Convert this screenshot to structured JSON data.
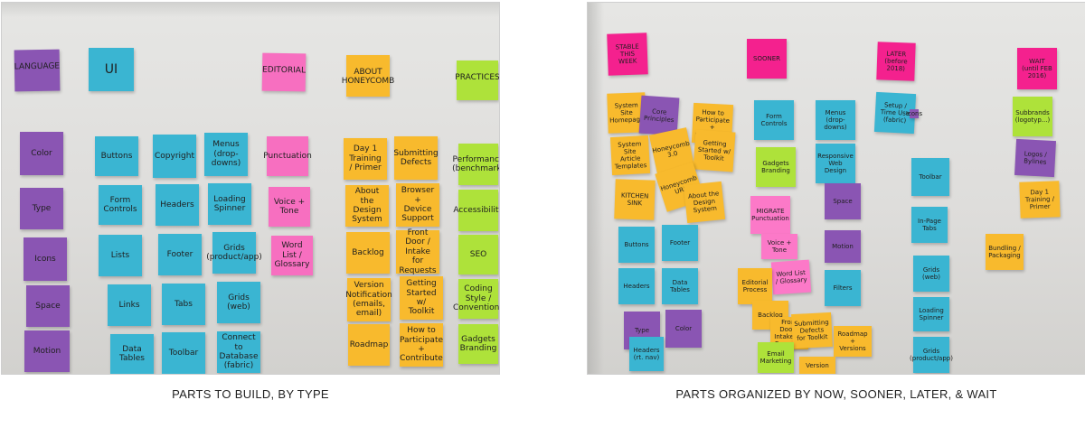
{
  "photos": [
    {
      "caption": "PARTS TO BUILD, BY TYPE",
      "notes": [
        {
          "text": "LANGUAGE",
          "color": "purple"
        },
        {
          "text": "UI",
          "color": "blue"
        },
        {
          "text": "EDITORIAL",
          "color": "pink"
        },
        {
          "text": "ABOUT HONEYCOMB",
          "color": "orange"
        },
        {
          "text": "PRACTICES",
          "color": "green"
        },
        {
          "text": "Color",
          "color": "purple"
        },
        {
          "text": "Type",
          "color": "purple"
        },
        {
          "text": "Icons",
          "color": "purple"
        },
        {
          "text": "Space",
          "color": "purple"
        },
        {
          "text": "Motion",
          "color": "purple"
        },
        {
          "text": "Buttons",
          "color": "blue"
        },
        {
          "text": "Copyright",
          "color": "blue"
        },
        {
          "text": "Menus (drop-downs)",
          "color": "blue"
        },
        {
          "text": "Form Controls",
          "color": "blue"
        },
        {
          "text": "Headers",
          "color": "blue"
        },
        {
          "text": "Loading Spinner",
          "color": "blue"
        },
        {
          "text": "Lists",
          "color": "blue"
        },
        {
          "text": "Footer",
          "color": "blue"
        },
        {
          "text": "Grids (product/app)",
          "color": "blue"
        },
        {
          "text": "Links",
          "color": "blue"
        },
        {
          "text": "Tabs",
          "color": "blue"
        },
        {
          "text": "Grids (web)",
          "color": "blue"
        },
        {
          "text": "Data Tables",
          "color": "blue"
        },
        {
          "text": "Toolbar",
          "color": "blue"
        },
        {
          "text": "Connect to Database (fabric)",
          "color": "blue"
        },
        {
          "text": "Punctuation",
          "color": "pink"
        },
        {
          "text": "Voice + Tone",
          "color": "pink"
        },
        {
          "text": "Word List / Glossary",
          "color": "pink"
        },
        {
          "text": "Day 1 Training / Primer",
          "color": "orange"
        },
        {
          "text": "Submitting Defects",
          "color": "orange"
        },
        {
          "text": "About the Design System",
          "color": "orange"
        },
        {
          "text": "Browser + Device Support",
          "color": "orange"
        },
        {
          "text": "Backlog",
          "color": "orange"
        },
        {
          "text": "Front Door / Intake for Requests",
          "color": "orange"
        },
        {
          "text": "Version Notification (emails, email)",
          "color": "orange"
        },
        {
          "text": "Getting Started w/ Toolkit",
          "color": "orange"
        },
        {
          "text": "Roadmap",
          "color": "orange"
        },
        {
          "text": "How to Participate + Contribute",
          "color": "orange"
        },
        {
          "text": "Performance (benchmark)",
          "color": "green"
        },
        {
          "text": "Accessibility",
          "color": "green"
        },
        {
          "text": "SEO",
          "color": "green"
        },
        {
          "text": "Coding Style / Conventions",
          "color": "green"
        },
        {
          "text": "Gadgets Branding",
          "color": "green"
        }
      ]
    },
    {
      "caption": "PARTS ORGANIZED BY NOW, SOONER, LATER, & WAIT",
      "notes": [
        {
          "text": "STABLE THIS WEEK",
          "color": "magenta"
        },
        {
          "text": "SOONER",
          "color": "magenta"
        },
        {
          "text": "LATER (before 2018)",
          "color": "magenta"
        },
        {
          "text": "WAIT (until FEB 2016)",
          "color": "magenta"
        },
        {
          "text": "System Site Homepage",
          "color": "orange"
        },
        {
          "text": "Core Principles",
          "color": "purple"
        },
        {
          "text": "How to Participate + Contribute",
          "color": "orange"
        },
        {
          "text": "System Site Article Templates",
          "color": "orange"
        },
        {
          "text": "Honeycomb 3.0",
          "color": "orange"
        },
        {
          "text": "Getting Started w/ Toolkit",
          "color": "orange"
        },
        {
          "text": "Honeycomb URL",
          "color": "orange"
        },
        {
          "text": "KITCHEN SINK",
          "color": "orange"
        },
        {
          "text": "About the Design System",
          "color": "orange"
        },
        {
          "text": "Form Controls",
          "color": "blue"
        },
        {
          "text": "Menus (drop-downs)",
          "color": "blue"
        },
        {
          "text": "Setup / Time Use (fabric)",
          "color": "blue"
        },
        {
          "text": "Icons",
          "color": "purple"
        },
        {
          "text": "Subbrands (logotyp...)",
          "color": "green"
        },
        {
          "text": "Gadgets Branding",
          "color": "green"
        },
        {
          "text": "Responsive Web Design",
          "color": "blue"
        },
        {
          "text": "Logos / Bylines",
          "color": "purple"
        },
        {
          "text": "MIGRATE Punctuation",
          "color": "lpink"
        },
        {
          "text": "Space",
          "color": "purple"
        },
        {
          "text": "Toolbar",
          "color": "blue"
        },
        {
          "text": "Day 1 Training / Primer",
          "color": "orange"
        },
        {
          "text": "Buttons",
          "color": "blue"
        },
        {
          "text": "Footer",
          "color": "blue"
        },
        {
          "text": "Voice + Tone",
          "color": "lpink"
        },
        {
          "text": "In-Page Tabs",
          "color": "blue"
        },
        {
          "text": "Motion",
          "color": "purple"
        },
        {
          "text": "Bundling / Packaging",
          "color": "orange"
        },
        {
          "text": "Headers",
          "color": "blue"
        },
        {
          "text": "Data Tables",
          "color": "blue"
        },
        {
          "text": "Word List / Glossary",
          "color": "lpink"
        },
        {
          "text": "Editorial Process",
          "color": "orange"
        },
        {
          "text": "Filters",
          "color": "blue"
        },
        {
          "text": "Grids (web)",
          "color": "blue"
        },
        {
          "text": "Backlog",
          "color": "orange"
        },
        {
          "text": "Type",
          "color": "purple"
        },
        {
          "text": "Color",
          "color": "purple"
        },
        {
          "text": "Front Door / Intake for Requests",
          "color": "orange"
        },
        {
          "text": "Submitting Defects for Toolkit",
          "color": "orange"
        },
        {
          "text": "Roadmap + Versions",
          "color": "orange"
        },
        {
          "text": "Loading Spinner",
          "color": "blue"
        },
        {
          "text": "Headers (rt. nav)",
          "color": "blue"
        },
        {
          "text": "Email Marketing",
          "color": "green"
        },
        {
          "text": "Version",
          "color": "orange"
        },
        {
          "text": "Grids (product/app)",
          "color": "blue"
        }
      ]
    }
  ]
}
